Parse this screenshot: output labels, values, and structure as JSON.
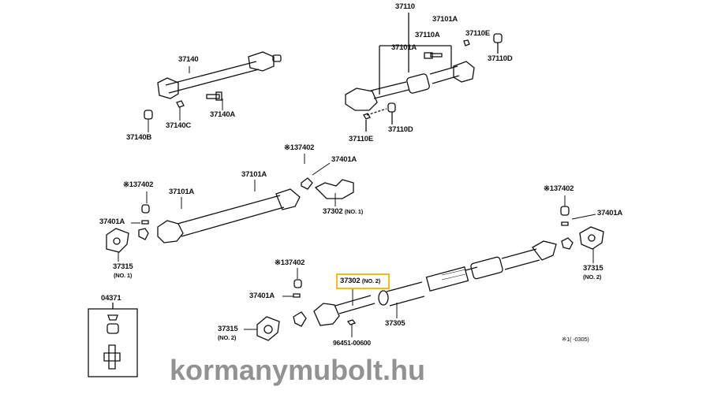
{
  "labels": {
    "p37110": "37110",
    "p37101a_top1": "37101A",
    "p37110a": "37110A",
    "p37110e_top": "37110E",
    "p37101a_top2": "37101A",
    "p37110d_top": "37110D",
    "p37110d_mid": "37110D",
    "p37110e_mid": "37110E",
    "p37140": "37140",
    "p37140a": "37140A",
    "p37140c": "37140C",
    "p37140b": "37140B",
    "p137402_a": "※137402",
    "p37401a_a": "37401A",
    "p37101a_mid": "37101A",
    "p137402_b": "※137402",
    "p37101a_left": "37101A",
    "p37302_no1": "37302",
    "p37302_no1_sub": "(NO. 1)",
    "p37401a_b": "37401A",
    "p37315_no1": "37315",
    "p37315_no1_sub": "(NO. 1)",
    "p137402_c": "※137402",
    "p37401a_c": "37401A",
    "p37315_right": "37315",
    "p37315_right_sub": "(NO. 2)",
    "p137402_d": "※137402",
    "p37302_no2": "37302",
    "p37302_no2_sub": "(NO. 2)",
    "p37401a_d": "37401A",
    "p04371": "04371",
    "p37305": "37305",
    "p37315_no2": "37315",
    "p37315_no2_sub": "(NO. 2)",
    "p96451": "96451-00600",
    "footnote": "※1(      -0305)"
  },
  "highlight_color": "#f2bd1a",
  "watermark": "kormanymubolt.hu"
}
